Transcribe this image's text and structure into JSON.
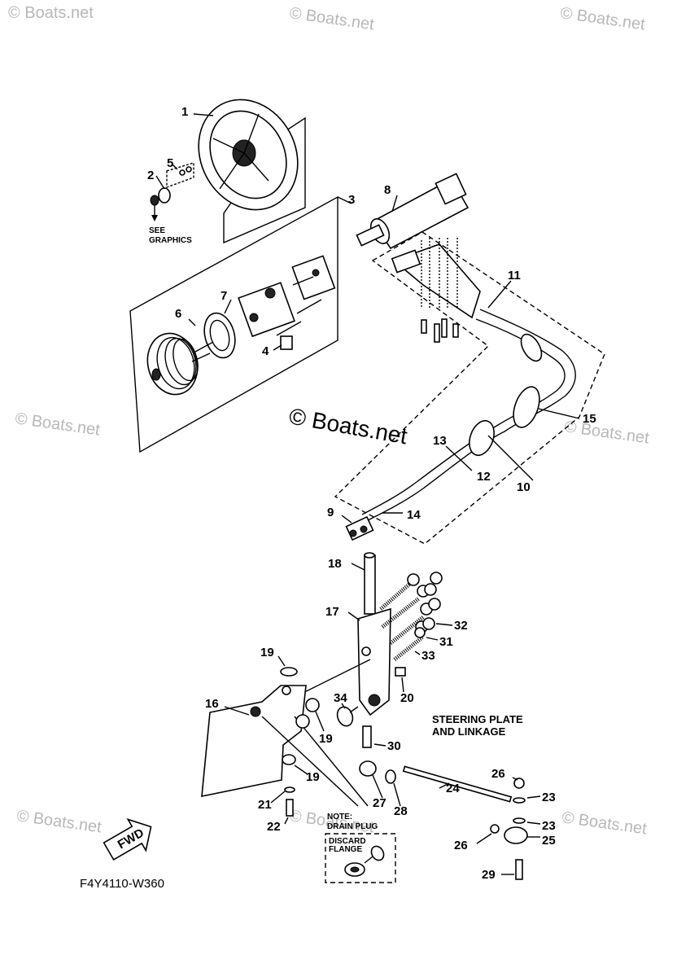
{
  "watermarks": [
    "© Boats.net",
    "© Boats.net",
    "© Boats.net",
    "© Boats.net",
    "© Boats.net",
    "© Boats.net",
    "© Boats.net",
    "© Boats.net"
  ],
  "center_watermark": "© Boats.net",
  "callouts": {
    "c1": "1",
    "c2": "2",
    "c3": "3",
    "c4": "4",
    "c5": "5",
    "c6": "6",
    "c7": "7",
    "c8": "8",
    "c9": "9",
    "c10": "10",
    "c11": "11",
    "c12": "12",
    "c13": "13",
    "c14": "14",
    "c15": "15",
    "c16": "16",
    "c17": "17",
    "c18": "18",
    "c19a": "19",
    "c19b": "19",
    "c19c": "19",
    "c20": "20",
    "c21": "21",
    "c22": "22",
    "c23a": "23",
    "c23b": "23",
    "c24": "24",
    "c25": "25",
    "c26a": "26",
    "c26b": "26",
    "c27": "27",
    "c28": "28",
    "c29": "29",
    "c30": "30",
    "c31": "31",
    "c32": "32",
    "c33": "33",
    "c34": "34"
  },
  "see_graphics": [
    "SEE",
    "GRAPHICS"
  ],
  "section_title": [
    "STEERING PLATE",
    "AND LINKAGE"
  ],
  "note": {
    "title": [
      "NOTE:",
      "DRAIN PLUG"
    ],
    "box": [
      "DISCARD",
      "FLANGE"
    ]
  },
  "fwd_label": "FWD",
  "diagram_code": "F4Y4110-W360"
}
